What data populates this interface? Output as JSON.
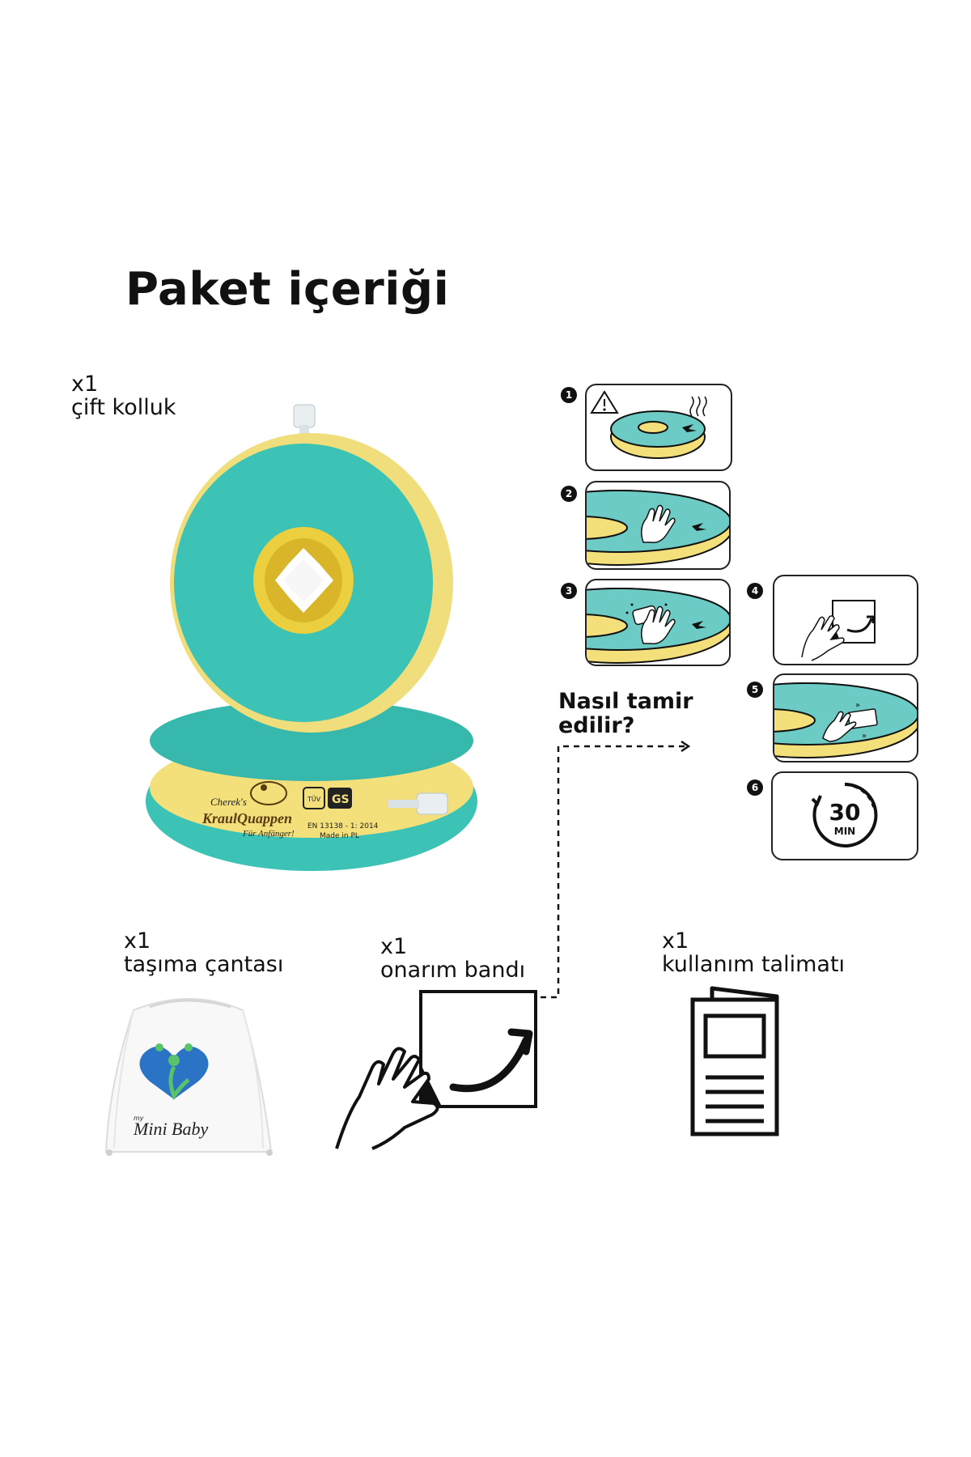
{
  "title": "Paket içeriği",
  "items": [
    {
      "qty": "x1",
      "name": "çift kolluk"
    },
    {
      "qty": "x1",
      "name": "taşıma çantası"
    },
    {
      "qty": "x1",
      "name": "onarım bandı"
    },
    {
      "qty": "x1",
      "name": "kullanım talimatı"
    }
  ],
  "repair": {
    "heading_line1": "Nasıl tamir",
    "heading_line2": "edilir?",
    "steps": [
      "1",
      "2",
      "3",
      "4",
      "5",
      "6"
    ],
    "timer_value": "30",
    "timer_unit": "MIN"
  },
  "product_print": {
    "brand_top": "Cherek's",
    "brand_main": "KraulQuappen",
    "brand_sub": "Für Anfänger!",
    "cert_tuv": "TÜV",
    "cert_gs": "GS",
    "norm": "EN 13138 - 1: 2014",
    "origin": "Made in PL"
  },
  "bag_logo": {
    "small": "my",
    "main": "Mini Baby"
  },
  "colors": {
    "turquoise": "#3cc3b6",
    "yellow": "#f3e07a",
    "ink": "#111111"
  }
}
